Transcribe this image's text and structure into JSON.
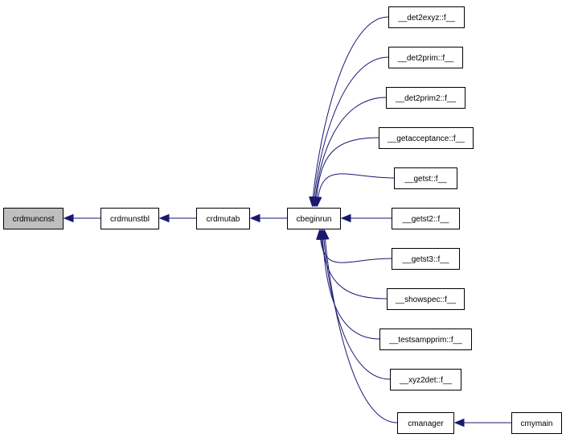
{
  "colors": {
    "edge": "#191970",
    "node_fill": "#ffffff",
    "highlight_fill": "#bfbfbf",
    "border": "#000000"
  },
  "nodes": [
    {
      "id": "crdmuncnst",
      "label": "crdmuncnst",
      "highlight": true
    },
    {
      "id": "crdmunstbl",
      "label": "crdmunstbl"
    },
    {
      "id": "crdmutab",
      "label": "crdmutab"
    },
    {
      "id": "cbeginrun",
      "label": "cbeginrun"
    },
    {
      "id": "det2exyz",
      "label": "__det2exyz::f__"
    },
    {
      "id": "det2prim",
      "label": "__det2prim::f__"
    },
    {
      "id": "det2prim2",
      "label": "__det2prim2::f__"
    },
    {
      "id": "getacceptance",
      "label": "__getacceptance::f__"
    },
    {
      "id": "getst",
      "label": "__getst::f__"
    },
    {
      "id": "getst2",
      "label": "__getst2::f__"
    },
    {
      "id": "getst3",
      "label": "__getst3::f__"
    },
    {
      "id": "showspec",
      "label": "__showspec::f__"
    },
    {
      "id": "testsampprim",
      "label": "__testsampprim::f__"
    },
    {
      "id": "xyz2det",
      "label": "__xyz2det::f__"
    },
    {
      "id": "cmanager",
      "label": "cmanager"
    },
    {
      "id": "cmymain",
      "label": "cmymain"
    }
  ],
  "edges": [
    {
      "from": "crdmunstbl",
      "to": "crdmuncnst"
    },
    {
      "from": "crdmutab",
      "to": "crdmunstbl"
    },
    {
      "from": "cbeginrun",
      "to": "crdmutab"
    },
    {
      "from": "det2exyz",
      "to": "cbeginrun"
    },
    {
      "from": "det2prim",
      "to": "cbeginrun"
    },
    {
      "from": "det2prim2",
      "to": "cbeginrun"
    },
    {
      "from": "getacceptance",
      "to": "cbeginrun"
    },
    {
      "from": "getst",
      "to": "cbeginrun"
    },
    {
      "from": "getst2",
      "to": "cbeginrun"
    },
    {
      "from": "getst3",
      "to": "cbeginrun"
    },
    {
      "from": "showspec",
      "to": "cbeginrun"
    },
    {
      "from": "testsampprim",
      "to": "cbeginrun"
    },
    {
      "from": "xyz2det",
      "to": "cbeginrun"
    },
    {
      "from": "cmanager",
      "to": "cbeginrun"
    },
    {
      "from": "cmymain",
      "to": "cmanager"
    }
  ]
}
